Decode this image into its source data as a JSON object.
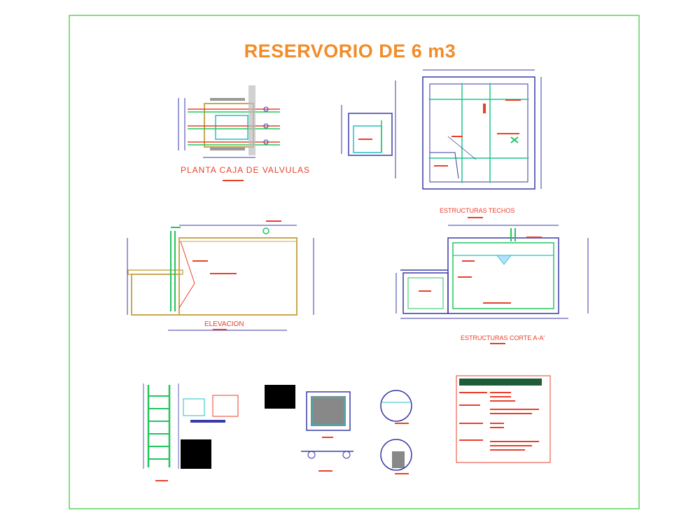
{
  "title": "RESERVORIO DE 6 m3",
  "labels": {
    "planta": "PLANTA CAJA DE VALVULAS",
    "techos": "ESTRUCTURAS TECHOS",
    "elevacion": "ELEVACION",
    "corte": "ESTRUCTURAS CORTE A-A'"
  },
  "colors": {
    "frame": "#5fd35f",
    "title": "#f28c28",
    "label": "#e8402a",
    "line": "#3a3aa8",
    "wall": "#c8a850",
    "green": "#22c55e",
    "cyan": "#22c1c3",
    "red": "#e8402a"
  }
}
